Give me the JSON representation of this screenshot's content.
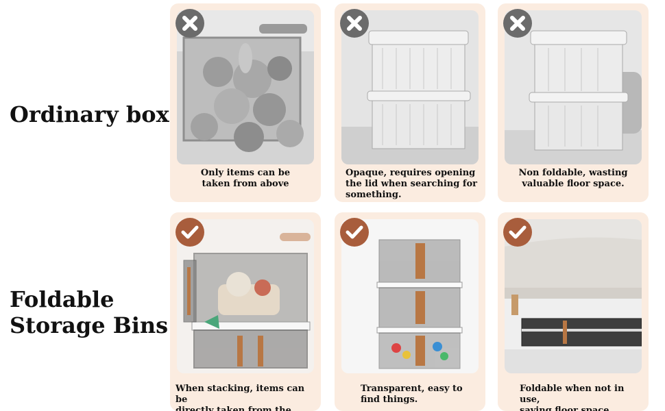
{
  "rows": {
    "ordinary": {
      "label": "Ordinary box"
    },
    "foldable": {
      "label_line1": "Foldable",
      "label_line2": "Storage Bins"
    }
  },
  "cards": [
    {
      "badge": "x-icon",
      "lines": [
        "Only items can be",
        "taken from above"
      ]
    },
    {
      "badge": "x-icon",
      "lines": [
        "Opaque, requires opening",
        "the lid when searching for",
        "something."
      ]
    },
    {
      "badge": "x-icon",
      "lines": [
        "Non foldable, wasting",
        "valuable floor space."
      ]
    },
    {
      "badge": "check-icon",
      "lines": [
        "When stacking, items can be",
        "directly taken from the front"
      ]
    },
    {
      "badge": "check-icon",
      "lines": [
        "Transparent, easy to",
        "find things."
      ]
    },
    {
      "badge": "check-icon",
      "lines": [
        "Foldable when not in use,",
        "saving floor space"
      ]
    }
  ],
  "colors": {
    "card_bg": "#fbece0",
    "x_badge": "#6b6b6b",
    "check_badge": "#a85d3c",
    "bin_accent": "#b87744"
  }
}
